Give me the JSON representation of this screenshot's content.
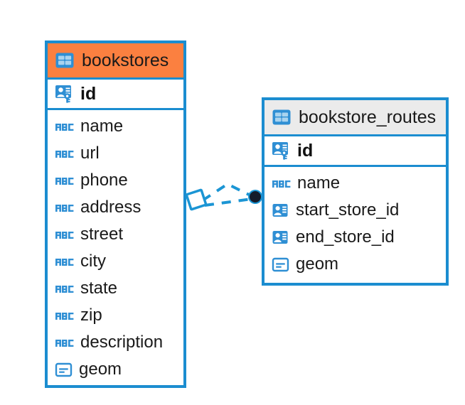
{
  "diagram": {
    "type": "entity-relationship-diagram",
    "background": "#ffffff",
    "colors": {
      "border": "#1b8dd0",
      "accent_header": "#fb8040",
      "neutral_header": "#ebebeb",
      "icon_blue": "#2f8fd4",
      "connector": "#1b95d4",
      "endpoint_dot": "#111b2e",
      "text": "#1a1a1a"
    }
  },
  "entities": [
    {
      "id": "bookstores",
      "name": "bookstores",
      "header_style": "accent",
      "table_icon": "table-icon",
      "primary_key": {
        "name": "id",
        "icon": "primary-key-icon"
      },
      "fields": [
        {
          "name": "name",
          "icon": "text-type-icon",
          "type_label": "ABC"
        },
        {
          "name": "url",
          "icon": "text-type-icon",
          "type_label": "ABC"
        },
        {
          "name": "phone",
          "icon": "text-type-icon",
          "type_label": "ABC"
        },
        {
          "name": "address",
          "icon": "text-type-icon",
          "type_label": "ABC"
        },
        {
          "name": "street",
          "icon": "text-type-icon",
          "type_label": "ABC"
        },
        {
          "name": "city",
          "icon": "text-type-icon",
          "type_label": "ABC"
        },
        {
          "name": "state",
          "icon": "text-type-icon",
          "type_label": "ABC"
        },
        {
          "name": "zip",
          "icon": "text-type-icon",
          "type_label": "ABC"
        },
        {
          "name": "description",
          "icon": "text-type-icon",
          "type_label": "ABC"
        },
        {
          "name": "geom",
          "icon": "geometry-type-icon",
          "type_label": ""
        }
      ]
    },
    {
      "id": "bookstore_routes",
      "name": "bookstore_routes",
      "header_style": "neutral",
      "table_icon": "table-icon",
      "primary_key": {
        "name": "id",
        "icon": "primary-key-icon"
      },
      "fields": [
        {
          "name": "name",
          "icon": "text-type-icon",
          "type_label": "ABC"
        },
        {
          "name": "start_store_id",
          "icon": "foreign-key-icon",
          "type_label": ""
        },
        {
          "name": "end_store_id",
          "icon": "foreign-key-icon",
          "type_label": ""
        },
        {
          "name": "geom",
          "icon": "geometry-type-icon",
          "type_label": ""
        }
      ]
    }
  ],
  "relationship": {
    "name": "bookstores-to-bookstore-routes",
    "style": "dashed",
    "source_marker": "diamond-marker",
    "target_marker": "filled-circle-marker"
  }
}
